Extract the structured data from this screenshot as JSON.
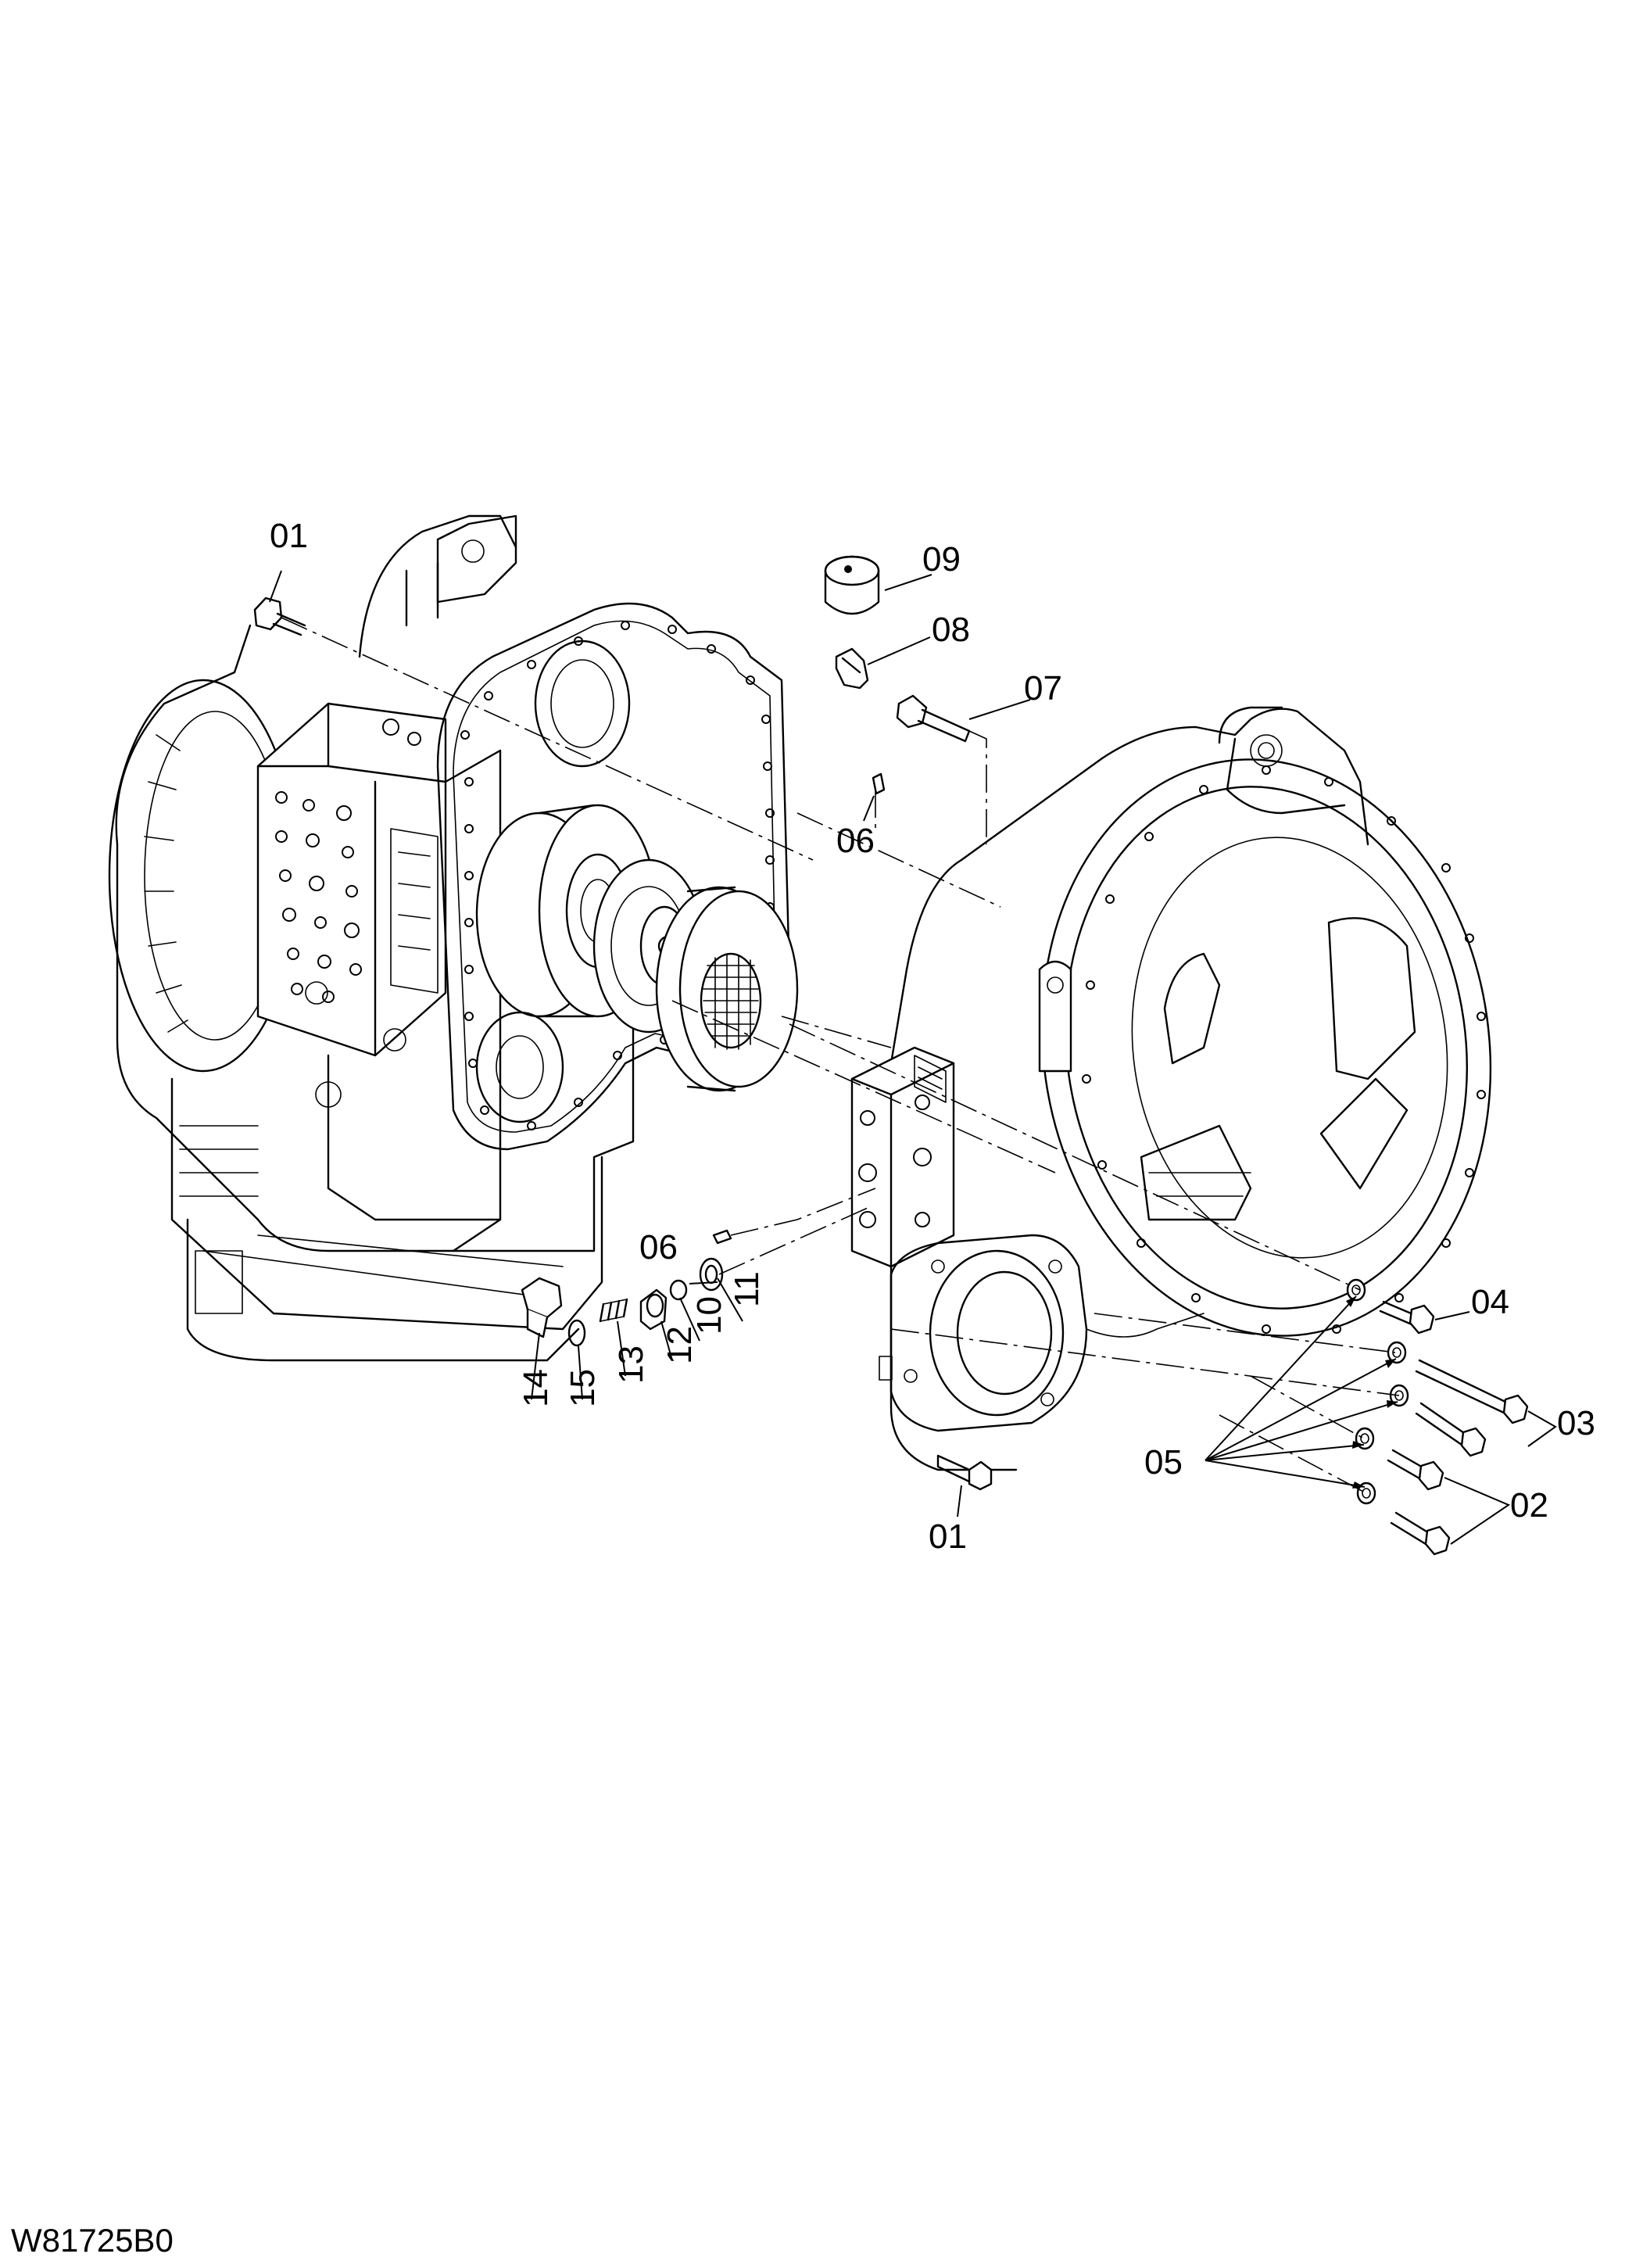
{
  "diagram": {
    "drawing_code": "W81725B0",
    "callouts": [
      {
        "id": "callout-01-top",
        "text": "01"
      },
      {
        "id": "callout-01-bottom",
        "text": "01"
      },
      {
        "id": "callout-02",
        "text": "02"
      },
      {
        "id": "callout-03",
        "text": "03"
      },
      {
        "id": "callout-04",
        "text": "04"
      },
      {
        "id": "callout-05",
        "text": "05"
      },
      {
        "id": "callout-06-top",
        "text": "06"
      },
      {
        "id": "callout-06-mid",
        "text": "06"
      },
      {
        "id": "callout-07",
        "text": "07"
      },
      {
        "id": "callout-08",
        "text": "08"
      },
      {
        "id": "callout-09",
        "text": "09"
      },
      {
        "id": "callout-10",
        "text": "10"
      },
      {
        "id": "callout-11",
        "text": "11"
      },
      {
        "id": "callout-12",
        "text": "12"
      },
      {
        "id": "callout-13",
        "text": "13"
      },
      {
        "id": "callout-14",
        "text": "14"
      },
      {
        "id": "callout-15",
        "text": "15"
      }
    ]
  }
}
